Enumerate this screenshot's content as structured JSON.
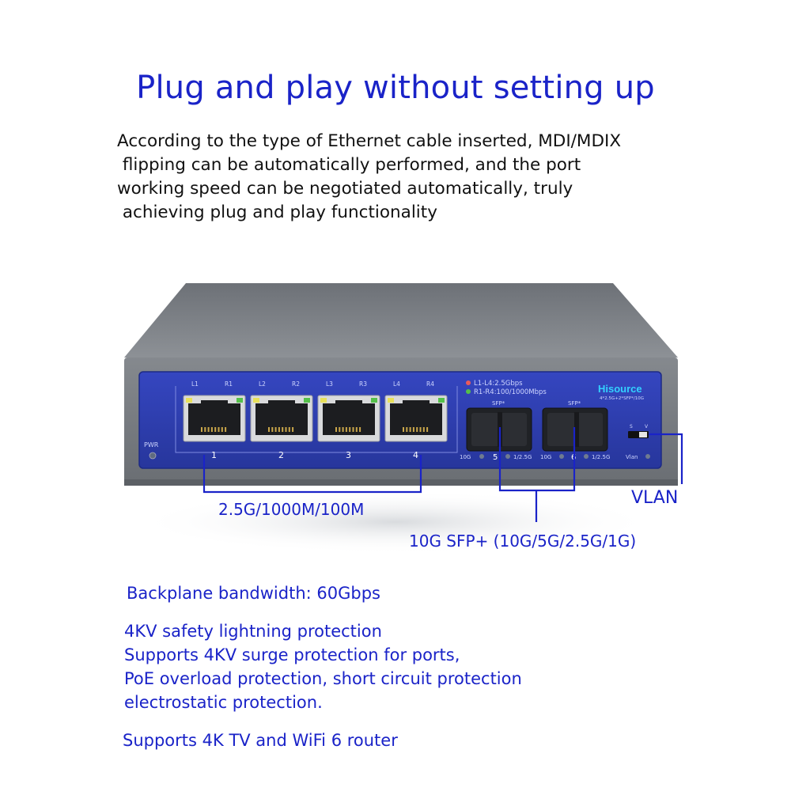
{
  "headline": "Plug and play without setting up",
  "description": [
    "According to the type of Ethernet cable inserted, MDI/MDIX",
    " flipping can be automatically performed, and the port",
    "working speed can be negotiated automatically, truly",
    " achieving plug and play functionality"
  ],
  "device": {
    "brand": "Hisource",
    "model": "4*2.5G+2*SFP*/10G",
    "legend_1": "L1-L4:2.5Gbps",
    "legend_2": "R1-R4:100/1000Mbps",
    "pwr": "PWR",
    "rj45_leds": [
      "L1",
      "R1",
      "L2",
      "R2",
      "L3",
      "R3",
      "L4",
      "R4"
    ],
    "rj45_ports": [
      "1",
      "2",
      "3",
      "4"
    ],
    "sfp_labels": [
      "SFP*",
      "SFP*"
    ],
    "sfp_ports": [
      "5",
      "6"
    ],
    "sfp_speed_left": [
      "10G",
      "1/2.5G"
    ],
    "sfp_speed_right": [
      "10G",
      "1/2.5G"
    ],
    "switch_labels": [
      "S",
      "V"
    ],
    "vlan_small": "Vlan",
    "colors": {
      "body": "#707478",
      "panel": "#2f3fb2",
      "led_yellow": "#e8e05a",
      "led_green": "#55c04a",
      "accent": "#1a23c8"
    }
  },
  "callouts": {
    "rj45": "2.5G/1000M/100M",
    "sfp": "10G SFP+ (10G/5G/2.5G/1G)",
    "vlan": "VLAN"
  },
  "specs": {
    "backplane": "Backplane bandwidth: 60Gbps",
    "protection": [
      "4KV safety lightning protection",
      "Supports 4KV surge protection for ports,",
      "PoE overload protection, short circuit protection",
      "electrostatic protection."
    ],
    "support": "Supports 4K TV and WiFi 6 router"
  }
}
